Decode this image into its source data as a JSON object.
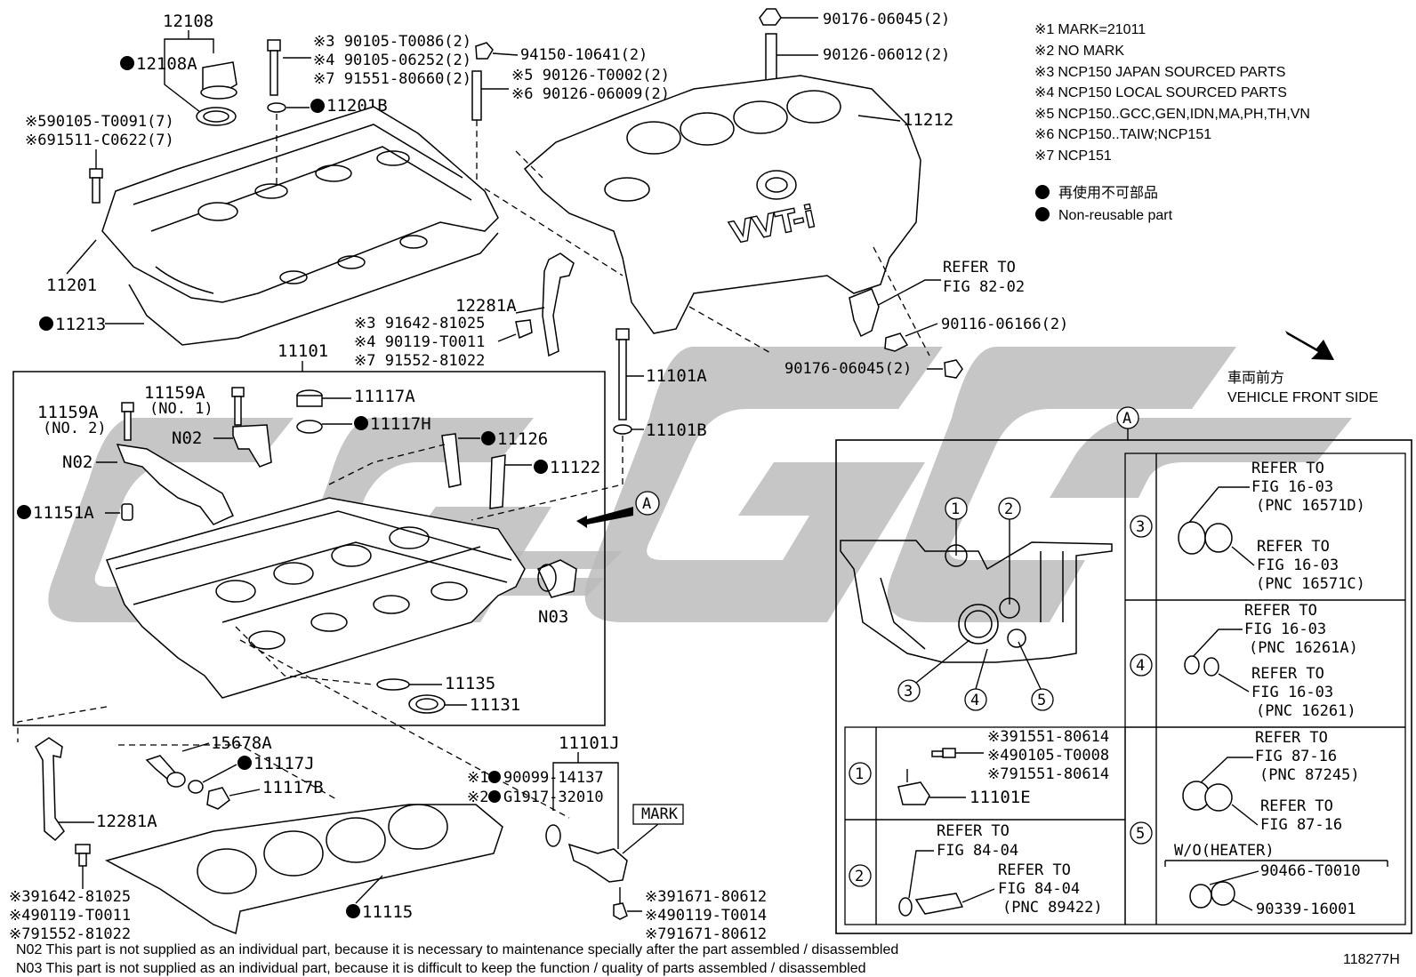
{
  "notes": [
    {
      "mark": "※1",
      "text": "MARK=21011"
    },
    {
      "mark": "※2",
      "text": "NO MARK"
    },
    {
      "mark": "※3",
      "text": "NCP150 JAPAN SOURCED PARTS"
    },
    {
      "mark": "※4",
      "text": "NCP150  LOCAL SOURCED PARTS"
    },
    {
      "mark": "※5",
      "text": "NCP150..GCC,GEN,IDN,MA,PH,TH,VN"
    },
    {
      "mark": "※6",
      "text": "NCP150..TAIW;NCP151"
    },
    {
      "mark": "※7",
      "text": "NCP151"
    }
  ],
  "legend": {
    "jp": "再使用不可部品",
    "en": "Non-reusable part"
  },
  "vehicle_front": {
    "jp": "車両前方",
    "en": "VEHICLE FRONT SIDE"
  },
  "labels": {
    "p12108": "12108",
    "p12108A": "12108A",
    "p90105_t0086": "※3 90105-T0086(2)",
    "p90105_06252": "※4 90105-06252(2)",
    "p91551_80660": "※7 91551-80660(2)",
    "p11201B": "11201B",
    "p94150": "94150-10641(2)",
    "p90126_t0002": "※5 90126-T0002(2)",
    "p90126_06009": "※6 90126-06009(2)",
    "p90176_top": "90176-06045(2)",
    "p90126_06012": "90126-06012(2)",
    "p11212": "11212",
    "p90105_t0091": "※590105-T0091(7)",
    "p91511_c0622": "※691511-C0622(7)",
    "p11201": "11201",
    "p11213": "11213",
    "p12281A_top": "12281A",
    "p91642_top": "※3 91642-81025",
    "p90119_top": "※4 90119-T0011",
    "p91552_top": "※7 91552-81022",
    "p11101": "11101",
    "refer_82": "REFER TO",
    "refer_82b": "FIG 82-02",
    "p90116": "90116-06166(2)",
    "p90176_right": "90176-06045(2)",
    "p11101A": "11101A",
    "p11101B": "11101B",
    "p11159A_1": "11159A",
    "p11159A_1n": "(NO. 1)",
    "p11159A_2": "11159A",
    "p11159A_2n": "(NO. 2)",
    "p11117A": "11117A",
    "p11117H": "11117H",
    "pN02_a": "N02",
    "pN02_b": "N02",
    "p11126": "11126",
    "p11122": "11122",
    "p11151A": "11151A",
    "pA": "A",
    "pN03": "N03",
    "p11135": "11135",
    "p11131": "11131",
    "p15678A": "15678A",
    "p11117J": "11117J",
    "p11117B": "11117B",
    "p11101J": "11101J",
    "p90099": "※1",
    "p90099b": "90099-14137",
    "pG1917": "※2",
    "pG1917b": "G1917-32010",
    "mark": "MARK",
    "p12281A_bot": "12281A",
    "p91642_bot": "※391642-81025",
    "p90119_bot": "※490119-T0011",
    "p91552_bot": "※791552-81022",
    "p11115": "11115",
    "p91671_3": "※391671-80612",
    "p90119_t0014": "※490119-T0014",
    "p91671_7": "※791671-80612"
  },
  "detail": {
    "title": "A",
    "circles": [
      "1",
      "2",
      "3",
      "4",
      "5"
    ],
    "row1": {
      "c1": "※391551-80614",
      "c2": "※490105-T0008",
      "c3": "※791551-80614",
      "part": "11101E"
    },
    "row2": {
      "r1": "REFER TO",
      "r2": "FIG 84-04",
      "r3": "REFER TO",
      "r4": "FIG 84-04",
      "r5": "(PNC 89422)"
    },
    "row3": {
      "r1": "REFER TO",
      "r2": "FIG 16-03",
      "r3": "(PNC 16571D)",
      "r4": "REFER TO",
      "r5": "FIG 16-03",
      "r6": "(PNC 16571C)"
    },
    "row4": {
      "r1": "REFER TO",
      "r2": "FIG 16-03",
      "r3": "(PNC 16261A)",
      "r4": "REFER TO",
      "r5": "FIG 16-03",
      "r6": "(PNC 16261)"
    },
    "row5": {
      "r1": "REFER TO",
      "r2": "FIG 87-16",
      "r3": "(PNC 87245)",
      "r4": "REFER TO",
      "r5": "FIG 87-16",
      "r6": "W/O(HEATER)",
      "r7": "90466-T0010",
      "r8": "90339-16001"
    }
  },
  "footnotes": {
    "n02": "N02  This part is not supplied as an individual part, because it is necessary to maintenance specially after the part assembled / disassembled",
    "n03": "N03  This part is not supplied as an individual part, because it is difficult to keep the function / quality of parts  assembled / disassembled"
  },
  "figure_id": "118277H",
  "cover_logo": "VVT-i"
}
